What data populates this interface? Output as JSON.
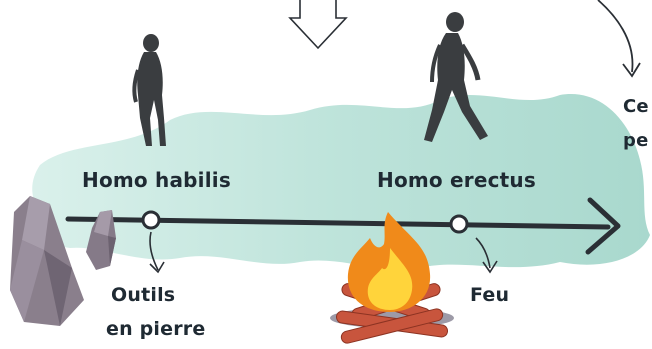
{
  "timeline": {
    "events": [
      {
        "species": "Homo habilis",
        "event_line1": "Outils",
        "event_line2": "en pierre"
      },
      {
        "species": "Homo erectus",
        "event_line1": "Feu"
      }
    ]
  },
  "side_text": {
    "line1": "Ce",
    "line2": "pe"
  },
  "colors": {
    "wash": "#a9d9cf",
    "ink": "#1f2a33",
    "silhouette": "#3a3d40",
    "stone": "#8a7f8c",
    "flame_outer": "#f08a1a",
    "flame_inner": "#ffd43b",
    "logs": "#c8553d"
  }
}
